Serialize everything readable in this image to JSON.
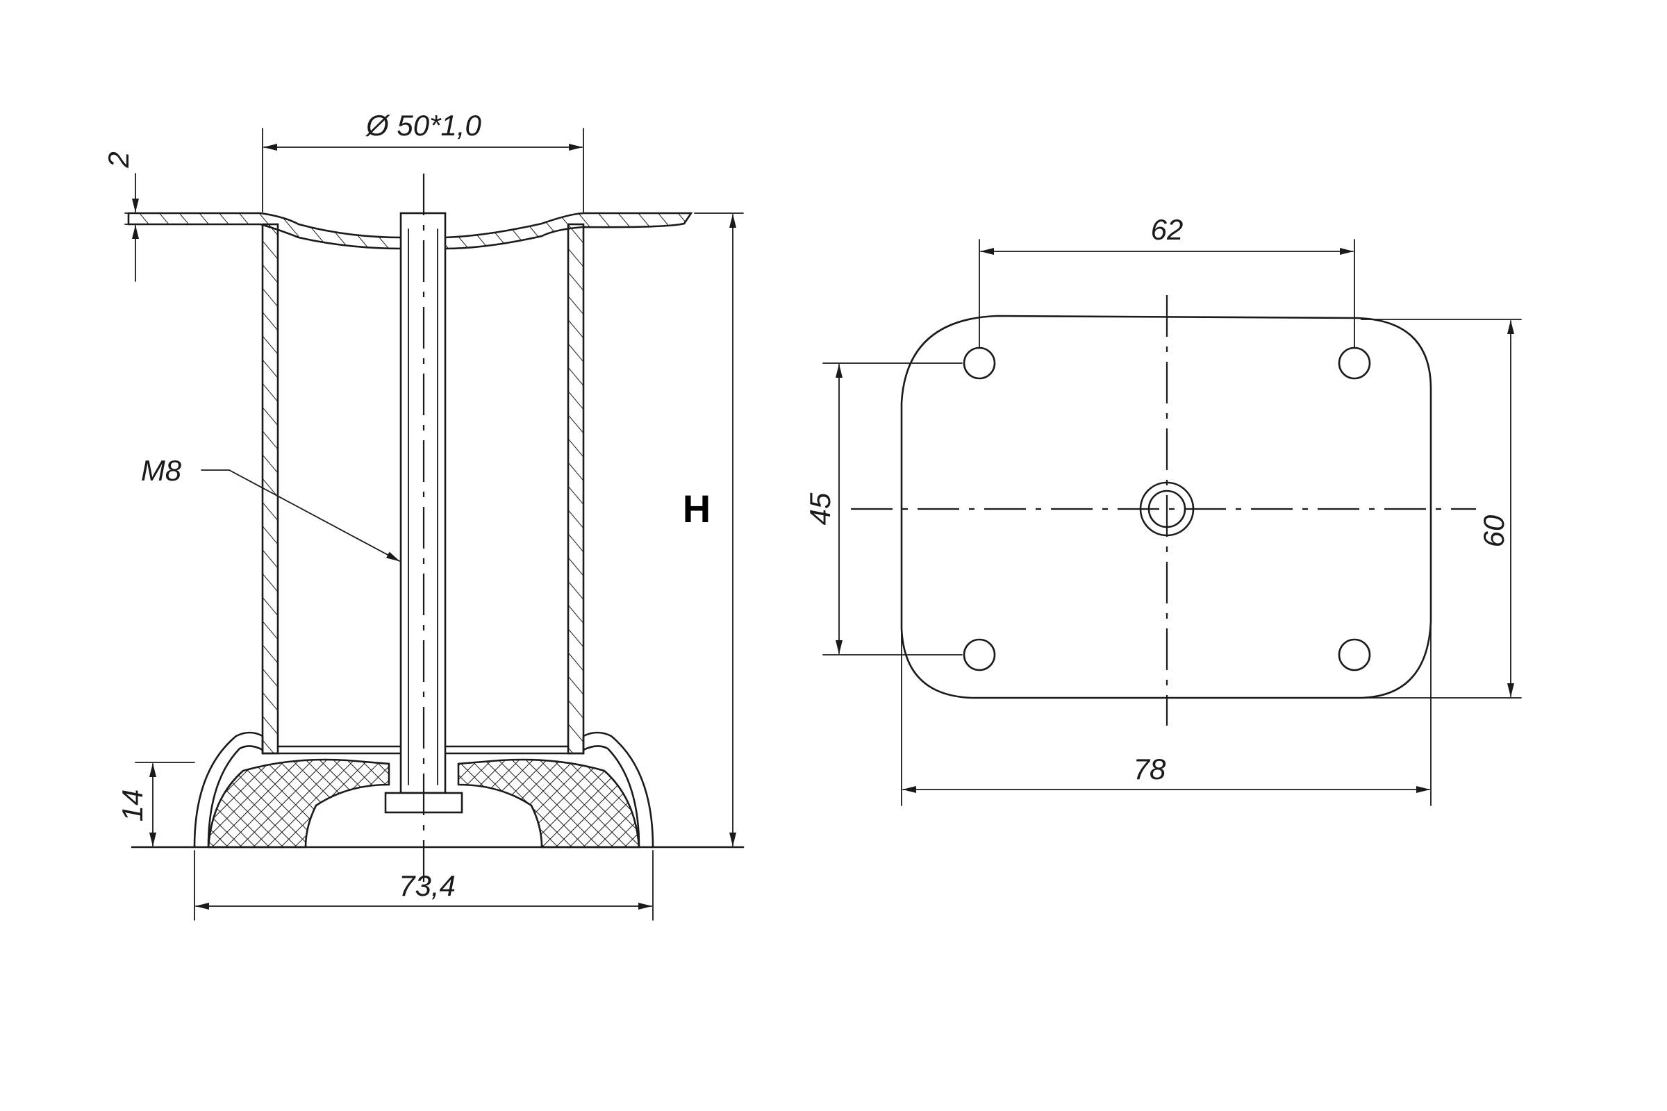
{
  "dimensions": {
    "plate_thickness": "2",
    "tube_diameter": "Ø 50*1,0",
    "bolt_thread": "M8",
    "height": "H",
    "foot_height": "14",
    "base_diameter": "73,4",
    "hole_spacing_x": "62",
    "hole_spacing_y": "45",
    "plate_height": "60",
    "plate_width": "78"
  },
  "colors": {
    "line": "#1a1a1a",
    "background": "#ffffff"
  }
}
